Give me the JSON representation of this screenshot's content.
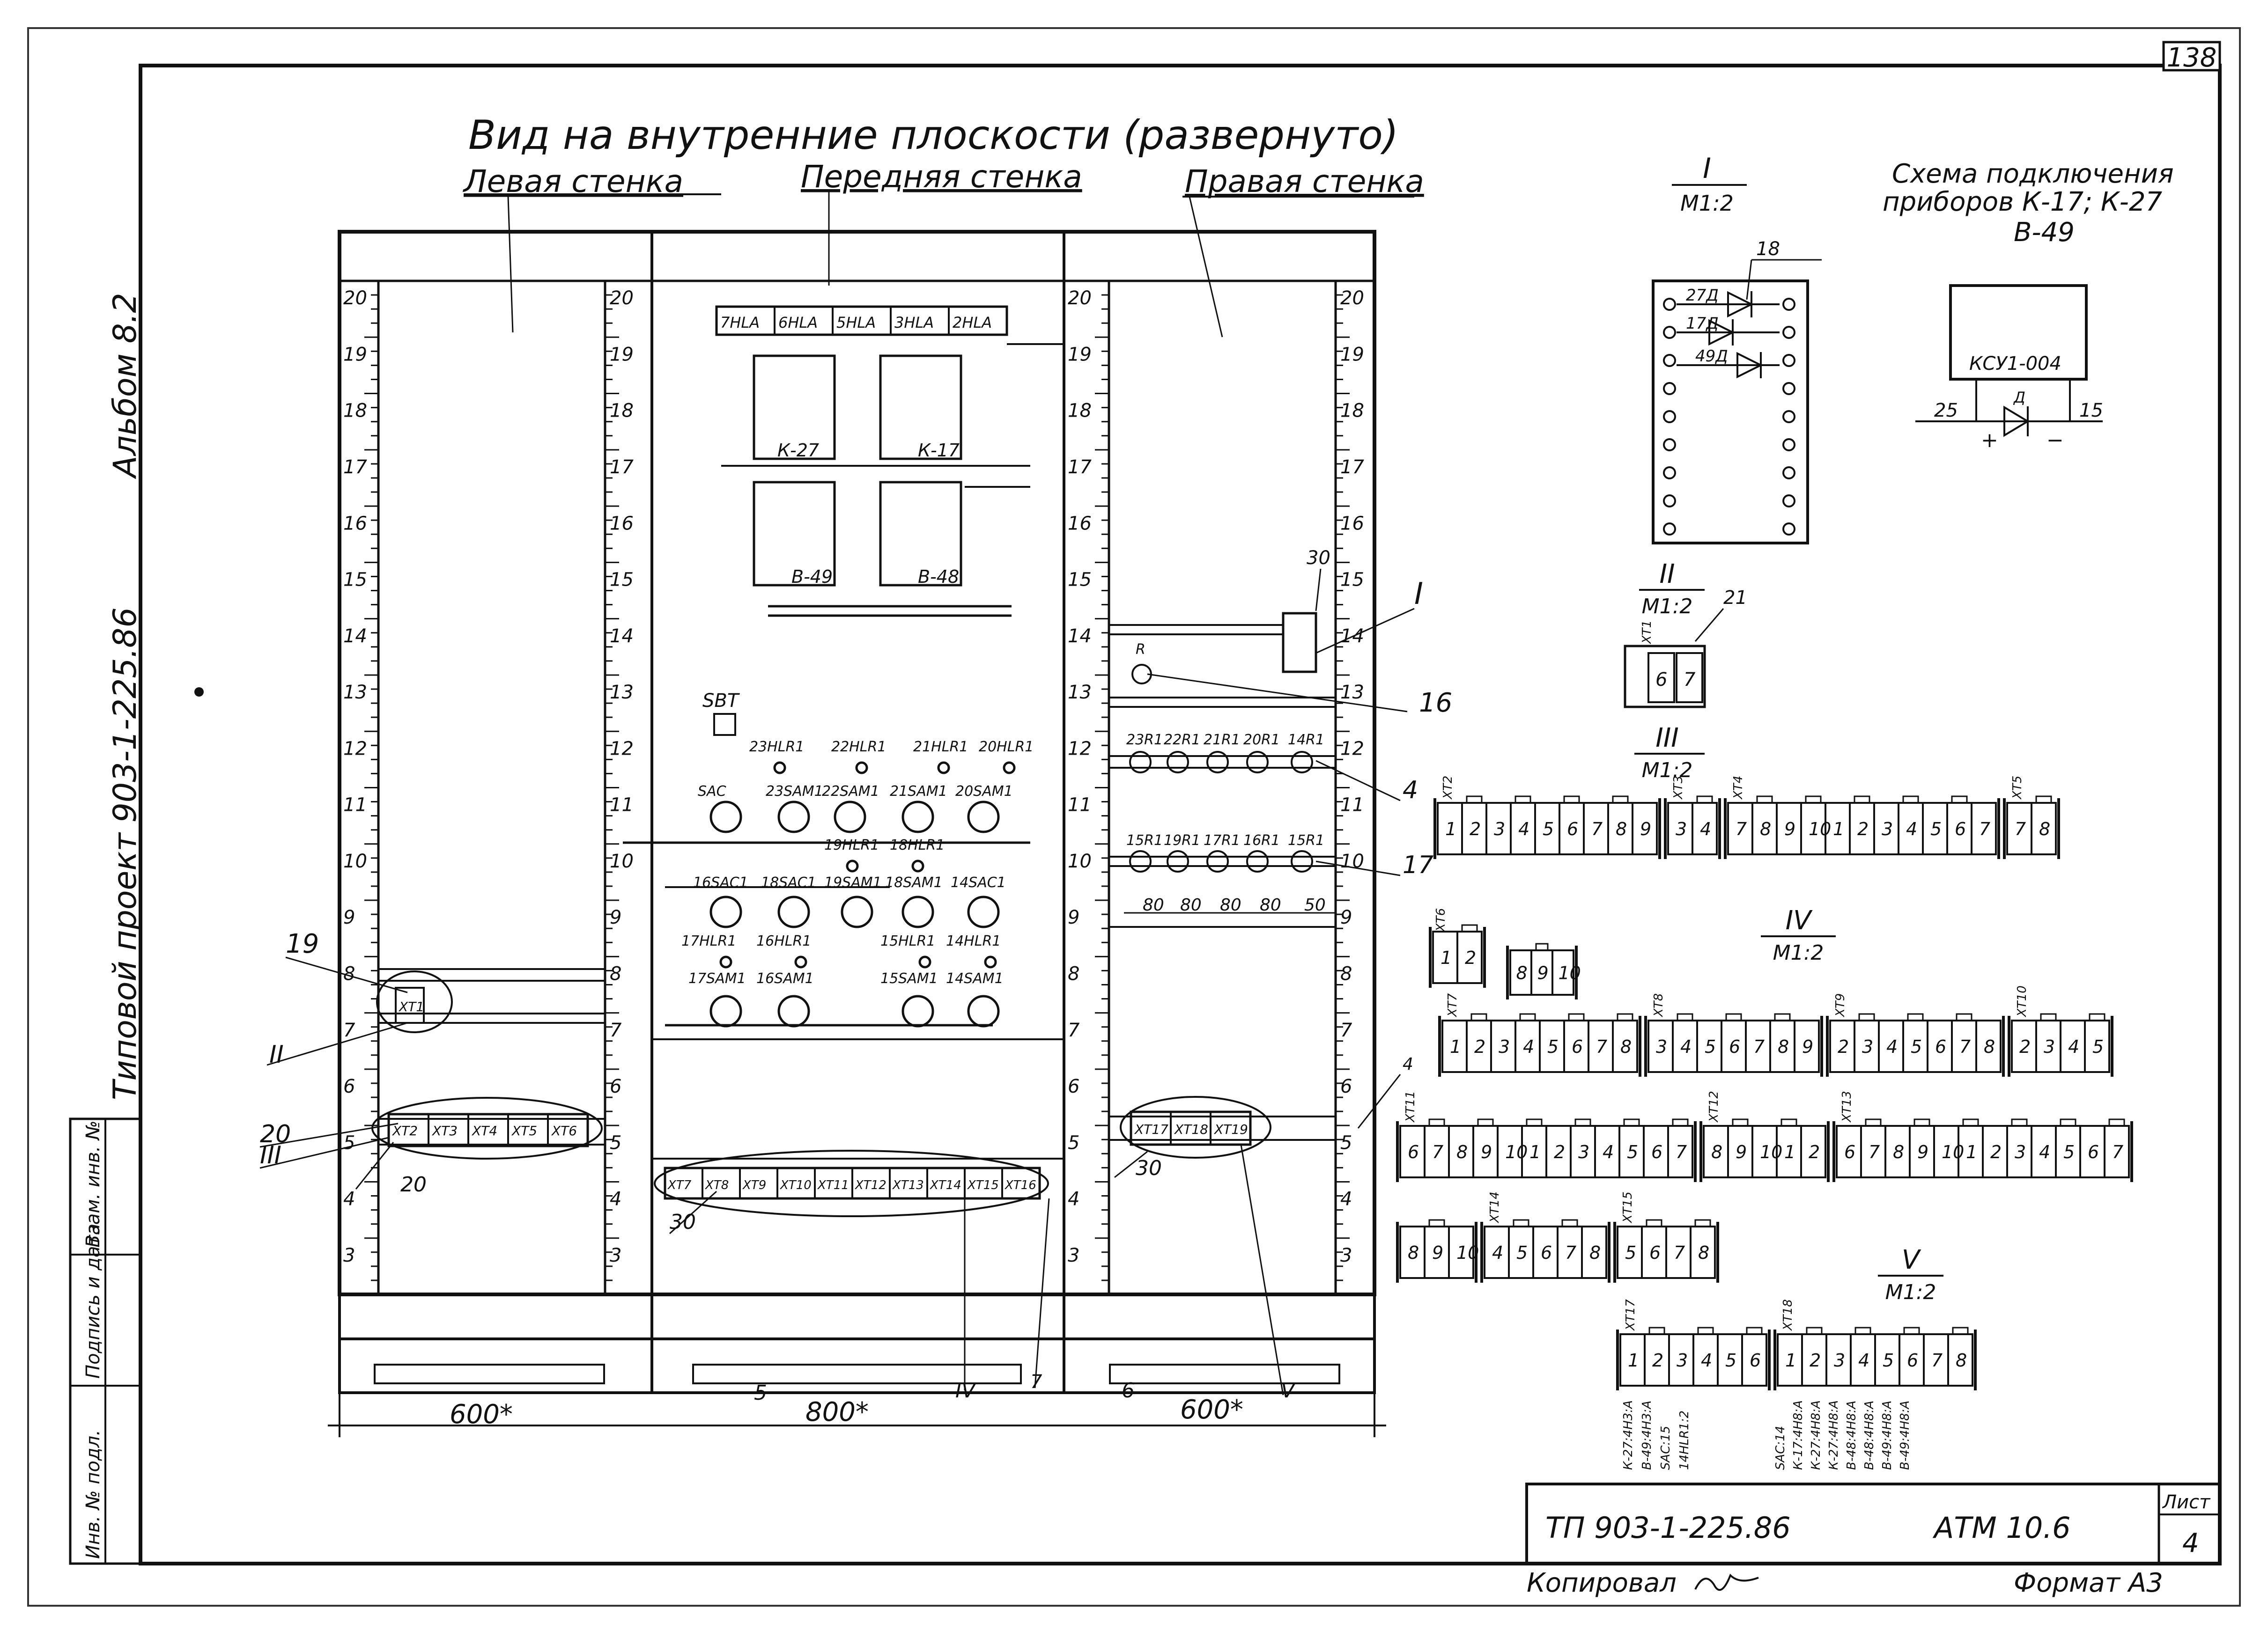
{
  "sheet_number": "138",
  "album": "Альбом 8.2",
  "project": "Типовой проект 903-1-225.86",
  "view_title": "Вид на внутренние плоскости (развернуто)",
  "walls": {
    "left": "Левая стенка",
    "front": "Передняя стенка",
    "right": "Правая стенка"
  },
  "scale_numbers": [
    "3",
    "4",
    "5",
    "6",
    "7",
    "8",
    "9",
    "10",
    "11",
    "12",
    "13",
    "14",
    "15",
    "16",
    "17",
    "18",
    "19",
    "20"
  ],
  "front_panel": {
    "lamps": [
      "7HLA",
      "6HLA",
      "5HLA",
      "3HLA",
      "2HLA"
    ],
    "instruments": [
      "К-27",
      "К-17",
      "В-49",
      "В-48"
    ],
    "sbt": "SBT",
    "row1_labels": [
      "23HLR1",
      "22HLR1",
      "21HLR1",
      "20HLR1"
    ],
    "row2_labels": [
      "SAC",
      "23SAM1",
      "22SAM1",
      "21SAM1",
      "20SAM1"
    ],
    "row3_labels": [
      "19HLR1",
      "18HLR1"
    ],
    "row4_labels": [
      "16SAC1",
      "18SAC1",
      "19SAM1",
      "18SAM1",
      "14SAC1"
    ],
    "row5_labels": [
      "17HLR1",
      "16HLR1",
      "15HLR1",
      "14HLR1"
    ],
    "row6_labels": [
      "17SAM1",
      "16SAM1",
      "15SAM1",
      "14SAM1"
    ],
    "terminals": [
      "XT7",
      "XT8",
      "XT9",
      "XT10",
      "XT11",
      "XT12",
      "XT13",
      "XT14",
      "XT15",
      "XT16"
    ]
  },
  "left_wall": {
    "xt1": "XT1",
    "terminals": [
      "XT2",
      "XT3",
      "XT4",
      "XT5",
      "XT6"
    ]
  },
  "right_wall": {
    "r": "R",
    "row1": [
      "23R1",
      "22R1",
      "21R1",
      "20R1",
      "14R1"
    ],
    "row2": [
      "15R1",
      "19R1",
      "17R1",
      "16R1",
      "15R1"
    ],
    "spacing": [
      "80",
      "80",
      "80",
      "80",
      "50"
    ],
    "terminals": [
      "XT17",
      "XT18",
      "XT19"
    ]
  },
  "dims": {
    "left": "600*",
    "front": "800*",
    "right": "600*"
  },
  "callouts": [
    "19",
    "II",
    "20",
    "III",
    "20",
    "30",
    "30",
    "16",
    "I",
    "4",
    "17",
    "30",
    "4",
    "5",
    "6",
    "7",
    "IV",
    "V"
  ],
  "detail_I": {
    "title": "I",
    "scale": "М1:2",
    "diodes": [
      "27Д",
      "17Д",
      "49Д"
    ],
    "callout": "18"
  },
  "connection": {
    "title_line1": "Схема подключения",
    "title_line2": "приборов  К-17; К-27",
    "title_line3": "В-49",
    "block": "КСУ1-004",
    "diode": "Д",
    "left": "25",
    "right": "15",
    "plus": "+",
    "minus": "−"
  },
  "detail_II": {
    "title": "II",
    "scale": "М1:2",
    "callout": "21",
    "tag": "XT1",
    "cells": [
      "6",
      "7"
    ]
  },
  "detail_III": {
    "title": "III",
    "scale": "М1:2",
    "groups": [
      {
        "tag": "XT2",
        "cells": [
          "1",
          "2",
          "3",
          "4",
          "5",
          "6",
          "7",
          "8",
          "9"
        ]
      },
      {
        "tag": "XT3",
        "cells": [
          "3",
          "4"
        ]
      },
      {
        "tag": "XT4",
        "cells": [
          "7",
          "8",
          "9",
          "10",
          "1",
          "2",
          "3",
          "4",
          "5",
          "6",
          "7"
        ]
      },
      {
        "tag": "XT5",
        "cells": [
          "7",
          "8"
        ]
      }
    ],
    "sub_tag": "XT6",
    "sub_groups": [
      {
        "cells": [
          "1",
          "2"
        ]
      },
      {
        "cells": [
          "8",
          "9",
          "10"
        ]
      }
    ]
  },
  "detail_IV": {
    "title": "IV",
    "scale": "М1:2",
    "row1": [
      {
        "tag": "XT7",
        "cells": [
          "1",
          "2",
          "3",
          "4",
          "5",
          "6",
          "7",
          "8"
        ]
      },
      {
        "tag": "XT8",
        "cells": [
          "3",
          "4",
          "5",
          "6",
          "7",
          "8",
          "9"
        ]
      },
      {
        "tag": "XT9",
        "cells": [
          "2",
          "3",
          "4",
          "5",
          "6",
          "7",
          "8"
        ]
      },
      {
        "tag": "XT10",
        "cells": [
          "2",
          "3",
          "4",
          "5"
        ]
      }
    ],
    "row2": [
      {
        "tag": "XT11",
        "cells": [
          "6",
          "7",
          "8",
          "9",
          "10",
          "1",
          "2",
          "3",
          "4",
          "5",
          "6",
          "7"
        ]
      },
      {
        "tag": "XT12",
        "cells": [
          "8",
          "9",
          "10",
          "1",
          "2"
        ]
      },
      {
        "tag": "XT13",
        "cells": [
          "6",
          "7",
          "8",
          "9",
          "10",
          "1",
          "2",
          "3",
          "4",
          "5",
          "6",
          "7"
        ]
      }
    ],
    "row3": [
      {
        "tag": "",
        "cells": [
          "8",
          "9",
          "10"
        ]
      },
      {
        "tag": "XT14",
        "cells": [
          "4",
          "5",
          "6",
          "7",
          "8"
        ]
      },
      {
        "tag": "XT15",
        "cells": [
          "5",
          "6",
          "7",
          "8"
        ]
      }
    ]
  },
  "detail_V": {
    "title": "V",
    "scale": "М1:2",
    "groups": [
      {
        "tag": "XT17",
        "cells": [
          "1",
          "2",
          "3",
          "4",
          "5",
          "6"
        ]
      },
      {
        "tag": "XT18",
        "cells": [
          "1",
          "2",
          "3",
          "4",
          "5",
          "6",
          "7",
          "8"
        ]
      }
    ],
    "wires_left": [
      "К-27:4Н3:А",
      "В-49:4Н3:А",
      "SAC:15",
      "14HLR1:2"
    ],
    "wires_right": [
      "SAC:14",
      "К-17:4Н8:А",
      "К-27:4Н8:А",
      "К-27:4Н8:А",
      "В-48:4Н8:А",
      "В-48:4Н8:А",
      "В-49:4Н8:А",
      "В-49:4Н8:А"
    ]
  },
  "stamp": {
    "code": "ТП 903-1-225.86",
    "doc": "АТМ 10.6",
    "sheet_label": "Лист",
    "sheet_no": "4",
    "copied": "Копировал",
    "format": "Формат А3"
  },
  "side_box": [
    "Инв. № подл.",
    "Подпись и дата",
    "Взам. инв. №"
  ]
}
